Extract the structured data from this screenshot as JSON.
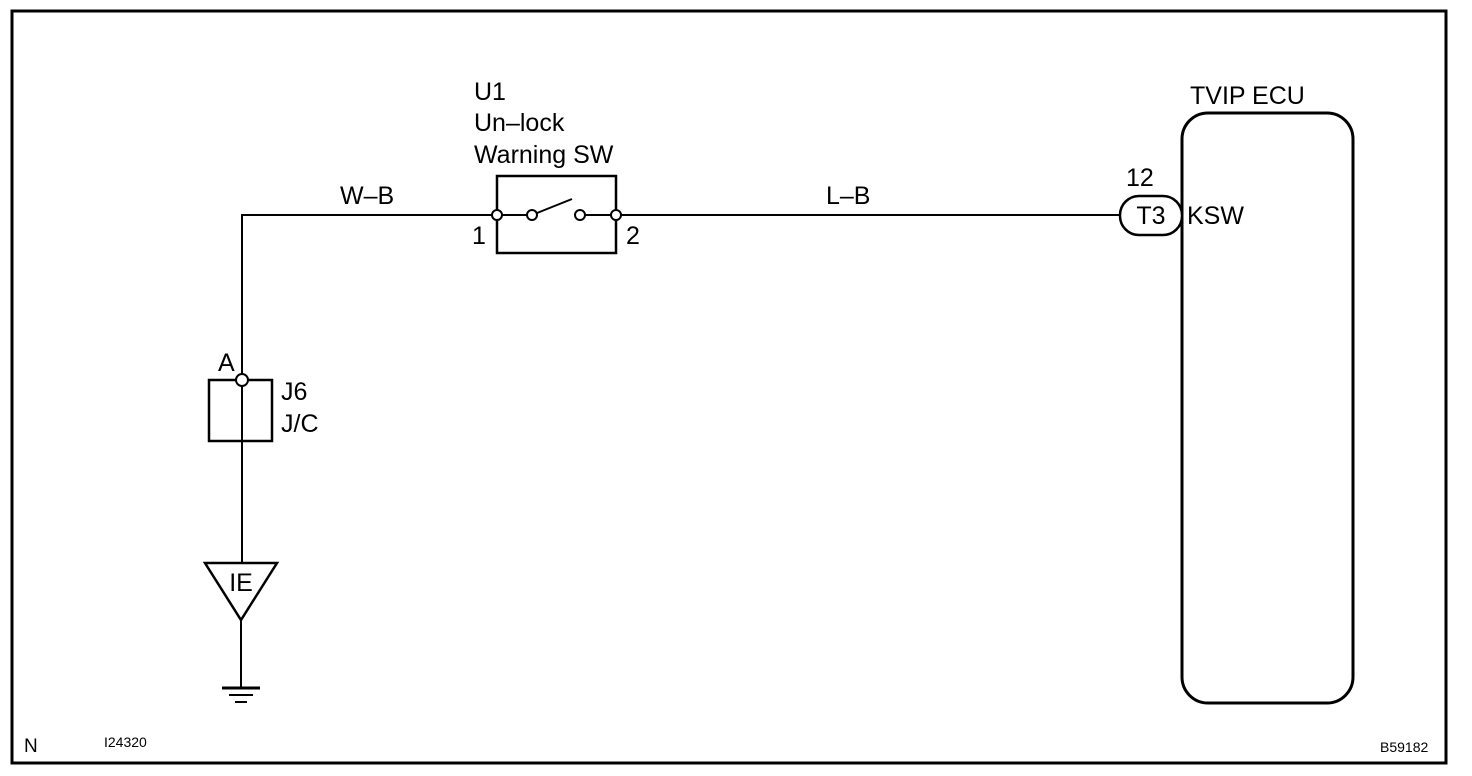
{
  "switch": {
    "code": "U1",
    "name_line1": "Un–lock",
    "name_line2": "Warning SW",
    "pin_left": "1",
    "pin_right": "2"
  },
  "wires": {
    "left": "W–B",
    "right": "L–B"
  },
  "ecu": {
    "title": "TVIP ECU",
    "pin_number": "12",
    "connector": "T3",
    "terminal": "KSW"
  },
  "junction": {
    "pin": "A",
    "code": "J6",
    "name": "J/C"
  },
  "ground": {
    "label": "IE"
  },
  "footer": {
    "left_mark": "N",
    "left_code": "I24320",
    "right_code": "B59182"
  }
}
